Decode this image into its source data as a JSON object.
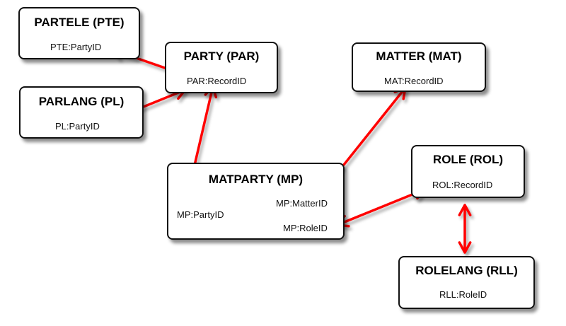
{
  "colors": {
    "arrow": "#ff0000",
    "box_border": "#111111",
    "background": "#ffffff"
  },
  "tables": {
    "partele": {
      "title": "PARTELE (PTE)",
      "fields": [
        "PTE:PartyID"
      ]
    },
    "parlang": {
      "title": "PARLANG (PL)",
      "fields": [
        "PL:PartyID"
      ]
    },
    "party": {
      "title": "PARTY (PAR)",
      "fields": [
        "PAR:RecordID"
      ]
    },
    "matter": {
      "title": "MATTER (MAT)",
      "fields": [
        "MAT:RecordID"
      ]
    },
    "matparty": {
      "title": "MATPARTY (MP)",
      "fields": [
        "MP:PartyID",
        "MP:MatterID",
        "MP:RoleID"
      ]
    },
    "role": {
      "title": "ROLE (ROL)",
      "fields": [
        "ROL:RecordID"
      ]
    },
    "rolelang": {
      "title": "ROLELANG (RLL)",
      "fields": [
        "RLL:RoleID"
      ]
    }
  },
  "relationships": [
    {
      "from": "PTE:PartyID",
      "to": "PAR:RecordID",
      "direction": "both"
    },
    {
      "from": "PL:PartyID",
      "to": "PAR:RecordID",
      "direction": "both"
    },
    {
      "from": "MP:PartyID",
      "to": "PAR:RecordID",
      "direction": "both"
    },
    {
      "from": "MP:MatterID",
      "to": "MAT:RecordID",
      "direction": "both"
    },
    {
      "from": "MP:RoleID",
      "to": "ROL:RecordID",
      "direction": "both"
    },
    {
      "from": "RLL:RoleID",
      "to": "ROL:RecordID",
      "direction": "both"
    }
  ]
}
